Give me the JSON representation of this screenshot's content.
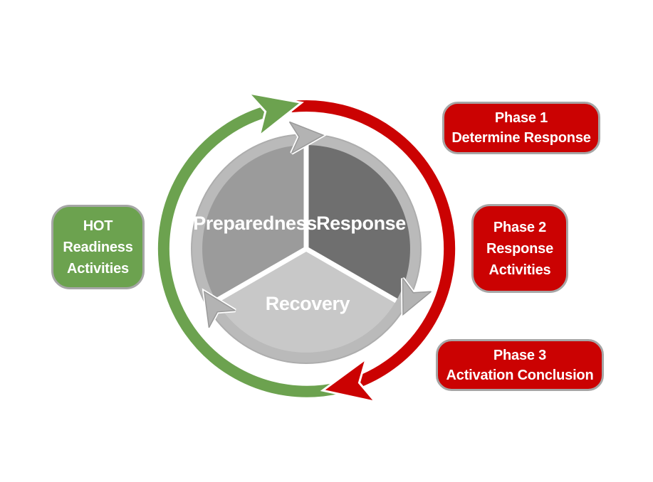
{
  "colors": {
    "green": "#6ca24f",
    "red": "#cb0202",
    "ring_gray": "#bababa",
    "ring_outline": "#adadad",
    "divider_white": "#ffffff",
    "flow_arrow_gray": "#b3b3b3",
    "flow_arrow_outline": "#9a9a9a",
    "callout_border": "#a6a6a6",
    "label_text": "#ffffff"
  },
  "cycle": {
    "direction": "clockwise",
    "segments": [
      {
        "label": "Preparedness",
        "color": "#9b9b9b"
      },
      {
        "label": "Response",
        "color": "#6f6f6f"
      },
      {
        "label": "Recovery",
        "color": "#c8c8c8"
      }
    ]
  },
  "outer_ring": {
    "readiness_arc_color": "#6ca24f",
    "activation_arc_color": "#cb0202"
  },
  "callouts": {
    "readiness": {
      "text": "HOT\nReadiness\nActivities",
      "fill": "#6ca24f"
    },
    "phase1": {
      "text": "Phase 1\nDetermine Response",
      "fill": "#cb0202"
    },
    "phase2": {
      "text": "Phase 2\nResponse\nActivities",
      "fill": "#cb0202"
    },
    "phase3": {
      "text": "Phase 3\nActivation Conclusion",
      "fill": "#cb0202"
    }
  }
}
